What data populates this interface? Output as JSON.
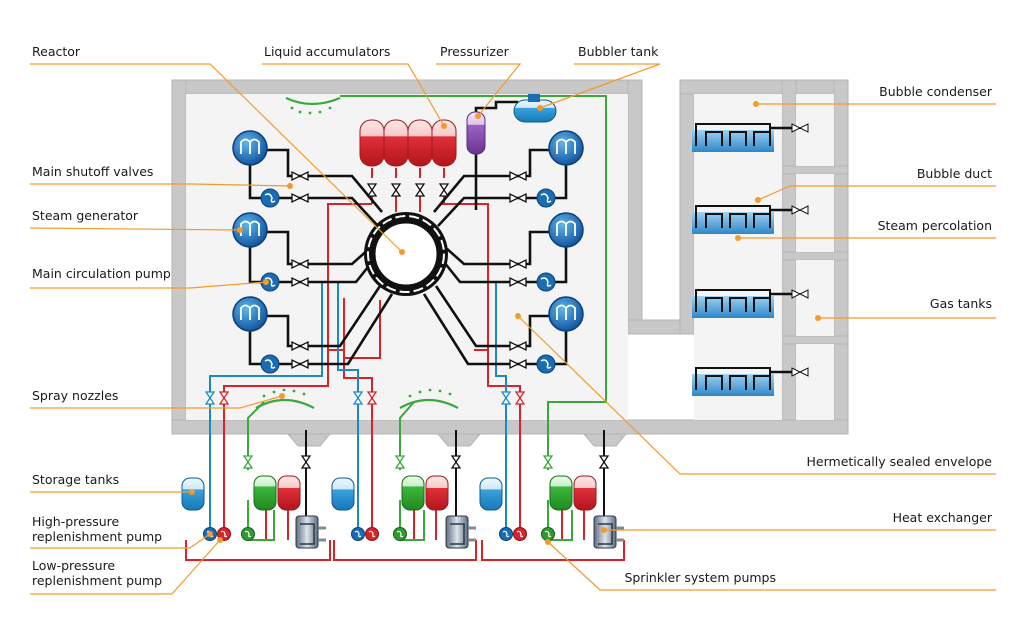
{
  "labels": {
    "reactor": "Reactor",
    "liquid_accumulators": "Liquid accumulators",
    "pressurizer": "Pressurizer",
    "bubbler_tank": "Bubbler tank",
    "bubble_condenser": "Bubble condenser",
    "main_shutoff_valves": "Main shutoff valves",
    "bubble_duct": "Bubble duct",
    "steam_generator": "Steam generator",
    "steam_percolation": "Steam percolation",
    "main_circulation_pump": "Main circulation pump",
    "gas_tanks": "Gas tanks",
    "spray_nozzles": "Spray nozzles",
    "hermetically_sealed_envelope": "Hermetically sealed envelope",
    "storage_tanks": "Storage tanks",
    "heat_exchanger": "Heat exchanger",
    "high_pressure_line1": "High-pressure",
    "high_pressure_line2": "replenishment pump",
    "low_pressure_line1": "Low-pressure",
    "low_pressure_line2": "replenishment pump",
    "sprinkler_system_pumps": "Sprinkler system pumps"
  },
  "colors": {
    "leader": "#f29a2e",
    "wall": "#c8c8c8",
    "coolant_hot": "#d8232a",
    "coolant_cold": "#1a8ac6",
    "sprinkler": "#3aa83a",
    "pipe": "#111111",
    "pressurizer": "#8a5aa8"
  },
  "icons": [
    "steam-generator-icon",
    "pump-icon",
    "valve-icon",
    "accumulator-icon",
    "tank-icon",
    "heat-exchanger-icon",
    "nozzle-icon"
  ]
}
